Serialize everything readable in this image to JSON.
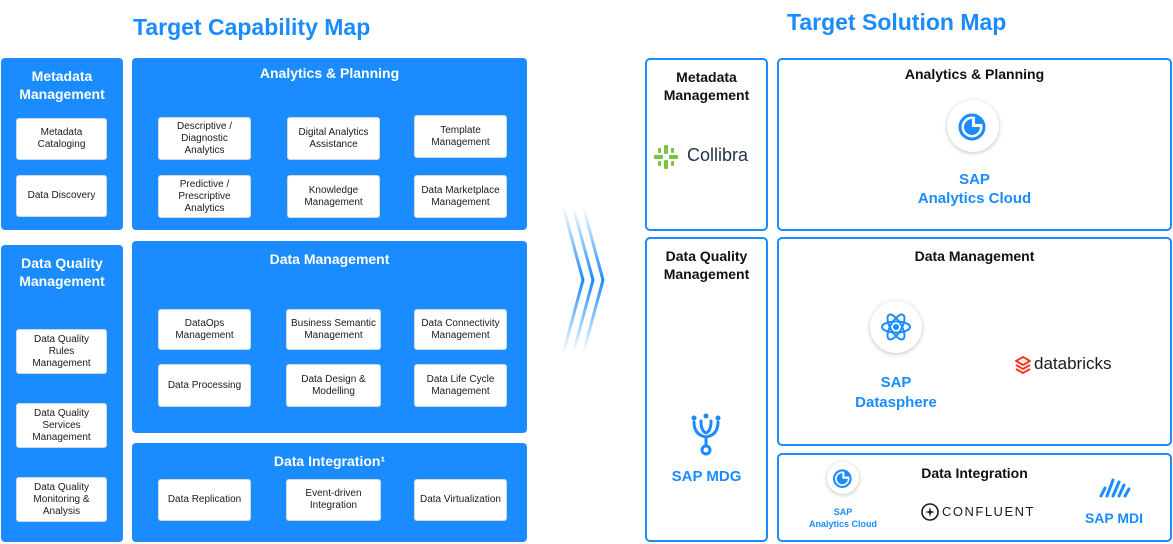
{
  "left": {
    "title": "Target Capability Map",
    "metadata": {
      "header": "Metadata Management",
      "items": [
        "Metadata Cataloging",
        "Data Discovery"
      ]
    },
    "data_quality": {
      "header": "Data Quality Management",
      "items": [
        "Data Quality Rules Management",
        "Data Quality Services Management",
        "Data Quality Monitoring & Analysis"
      ]
    },
    "analytics": {
      "header": "Analytics & Planning",
      "items": [
        "Descriptive / Diagnostic Analytics",
        "Digital Analytics Assistance",
        "Template Management",
        "Predictive / Prescriptive Analytics",
        "Knowledge Management",
        "Data Marketplace Management"
      ]
    },
    "data_management": {
      "header": "Data Management",
      "items": [
        "DataOps Management",
        "Business Semantic Management",
        "Data Connectivity Management",
        "Data Processing",
        "Data Design & Modelling",
        "Data Life Cycle Management"
      ]
    },
    "data_integration": {
      "header": "Data Integration¹",
      "items": [
        "Data Replication",
        "Event-driven Integration",
        "Data Virtualization"
      ]
    }
  },
  "right": {
    "title": "Target Solution Map",
    "metadata": {
      "header": "Metadata Management",
      "product": "Collibra"
    },
    "data_quality": {
      "header": "Data Quality Management",
      "product": "SAP MDG"
    },
    "analytics": {
      "header": "Analytics & Planning",
      "product_line1": "SAP",
      "product_line2": "Analytics Cloud"
    },
    "data_management": {
      "header": "Data Management",
      "product_line1": "SAP",
      "product_line2": "Datasphere",
      "partner": "databricks"
    },
    "data_integration": {
      "header": "Data Integration",
      "product1_line1": "SAP",
      "product1_line2": "Analytics Cloud",
      "partner": "CONFLUENT",
      "product3": "SAP MDI"
    }
  },
  "colors": {
    "accent": "#1a8cff",
    "dark_text": "#111111"
  },
  "icons": [
    "chevron-arrow-icon",
    "collibra-logo-icon",
    "sap-analytics-cloud-icon",
    "sap-datasphere-icon",
    "databricks-logo-icon",
    "sap-mdg-icon",
    "confluent-logo-icon",
    "sap-mdi-icon"
  ]
}
